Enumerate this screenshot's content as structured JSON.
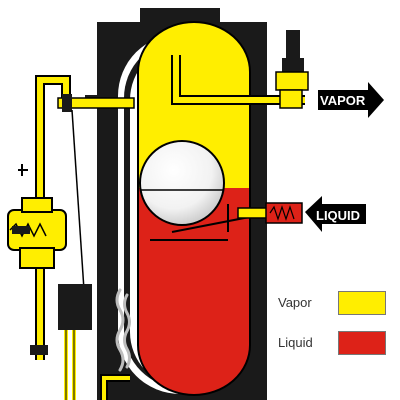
{
  "callouts": {
    "vapor_outlet": "VAPOR",
    "liquid_inlet": "LIQUID"
  },
  "legend": [
    {
      "label": "Vapor",
      "color": "#ffee00"
    },
    {
      "label": "Liquid",
      "color": "#dd2218"
    }
  ],
  "colors": {
    "vapor": "#ffee00",
    "liquid": "#dd2218",
    "housing": "#1a1a1a",
    "tube_wall": "#ffffff",
    "outline": "#000000"
  },
  "icons": [
    "float-ball",
    "heat-flame",
    "gas-valve",
    "pressure-regulator",
    "vapor-arrow",
    "liquid-arrow"
  ]
}
